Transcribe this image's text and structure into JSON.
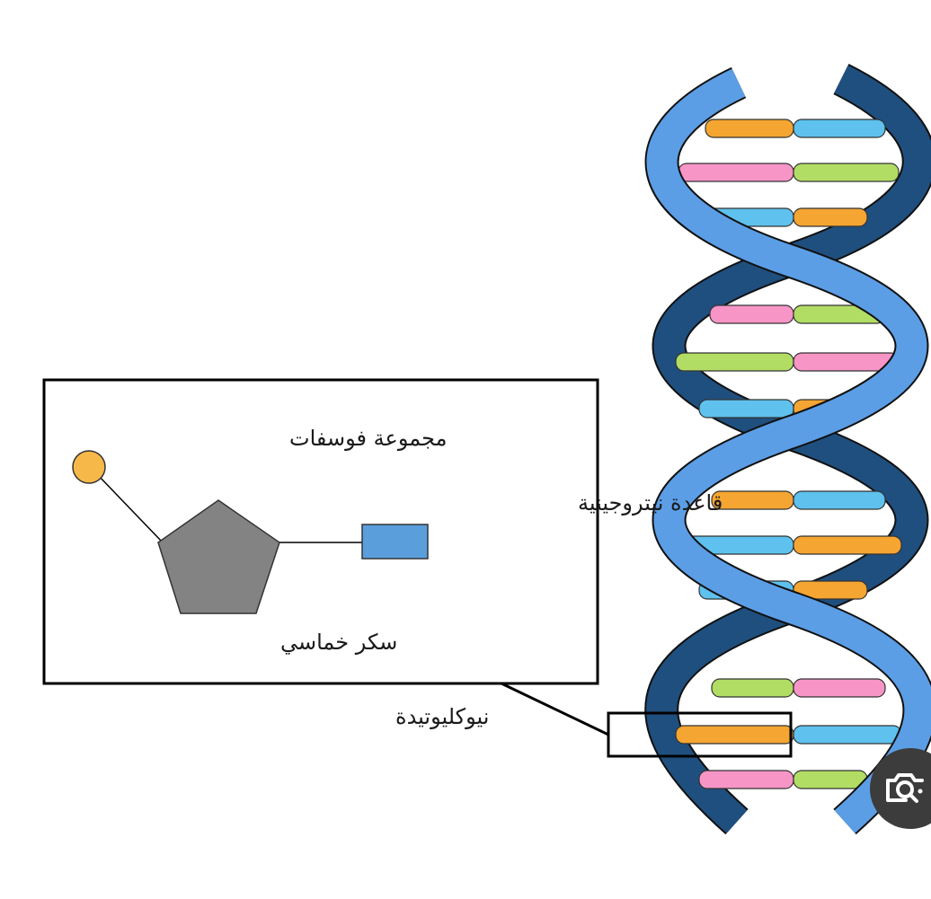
{
  "labels": {
    "phosphate_group": "مجموعة فوسفات",
    "nitrogen_base": "قاعدة نيتروجينية",
    "pentose_sugar": "سكر خماسي",
    "nucleotide": "نيوكليوتيدة"
  },
  "colors": {
    "phosphate": "#f7b84a",
    "sugar": "#838383",
    "base_box": "#5a9fdc",
    "strand_front": "#5b9ee6",
    "strand_back": "#1f4f7e",
    "base_orange": "#f5a531",
    "base_blue": "#5ec1ee",
    "base_pink": "#f795c6",
    "base_green": "#b2dd64"
  },
  "base_pairs": [
    {
      "left": "orange",
      "right": "blue"
    },
    {
      "left": "pink",
      "right": "green"
    },
    {
      "left": "blue",
      "right": "orange"
    },
    {
      "left": "pink",
      "right": "green"
    },
    {
      "left": "green",
      "right": "pink"
    },
    {
      "left": "blue",
      "right": "orange"
    },
    {
      "left": "orange",
      "right": "blue"
    },
    {
      "left": "blue",
      "right": "orange"
    },
    {
      "left": "blue",
      "right": "orange"
    },
    {
      "left": "green",
      "right": "pink"
    },
    {
      "left": "orange",
      "right": "blue"
    },
    {
      "left": "pink",
      "right": "green"
    }
  ],
  "icons": {
    "lens": "camera-search-icon"
  }
}
